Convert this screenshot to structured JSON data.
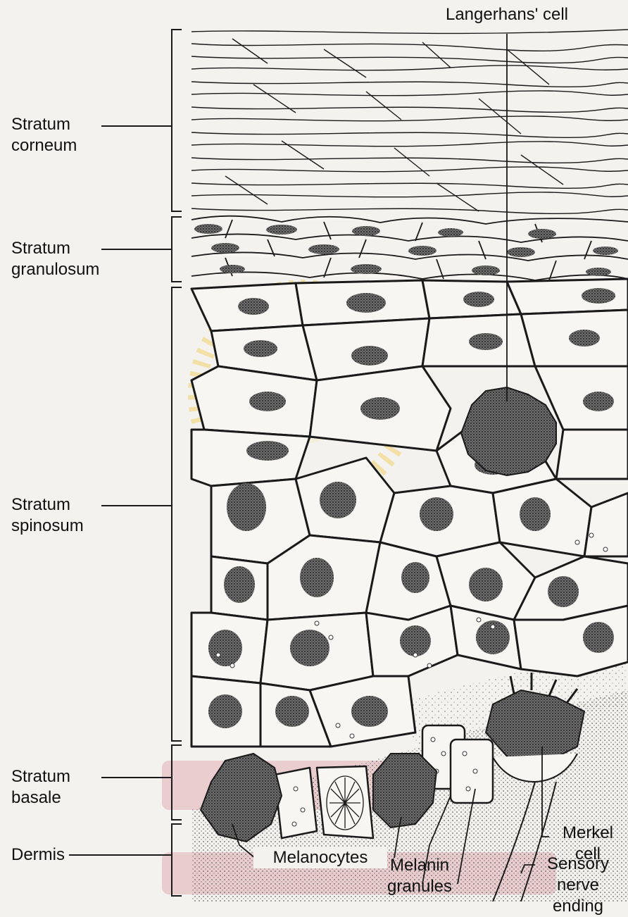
{
  "diagram": {
    "layers": {
      "corneum": [
        "Stratum",
        "corneum"
      ],
      "granulosum": [
        "Stratum",
        "granulosum"
      ],
      "spinosum": [
        "Stratum",
        "spinosum"
      ],
      "basale": [
        "Stratum",
        "basale"
      ],
      "dermis": "Dermis"
    },
    "callouts": {
      "langerhans": "Langerhans' cell",
      "merkel": [
        "Merkel",
        "cell"
      ],
      "sensory": [
        "Sensory",
        "nerve",
        "ending"
      ],
      "melanocytes": "Melanocytes",
      "melanin": [
        "Melanin",
        "granules"
      ]
    },
    "colors": {
      "background": "#f3f2ee",
      "line": "#1a1a1a",
      "stipple": "#555555",
      "watermark": "#f2c94c",
      "watermark_pink": "#d98a93"
    }
  }
}
